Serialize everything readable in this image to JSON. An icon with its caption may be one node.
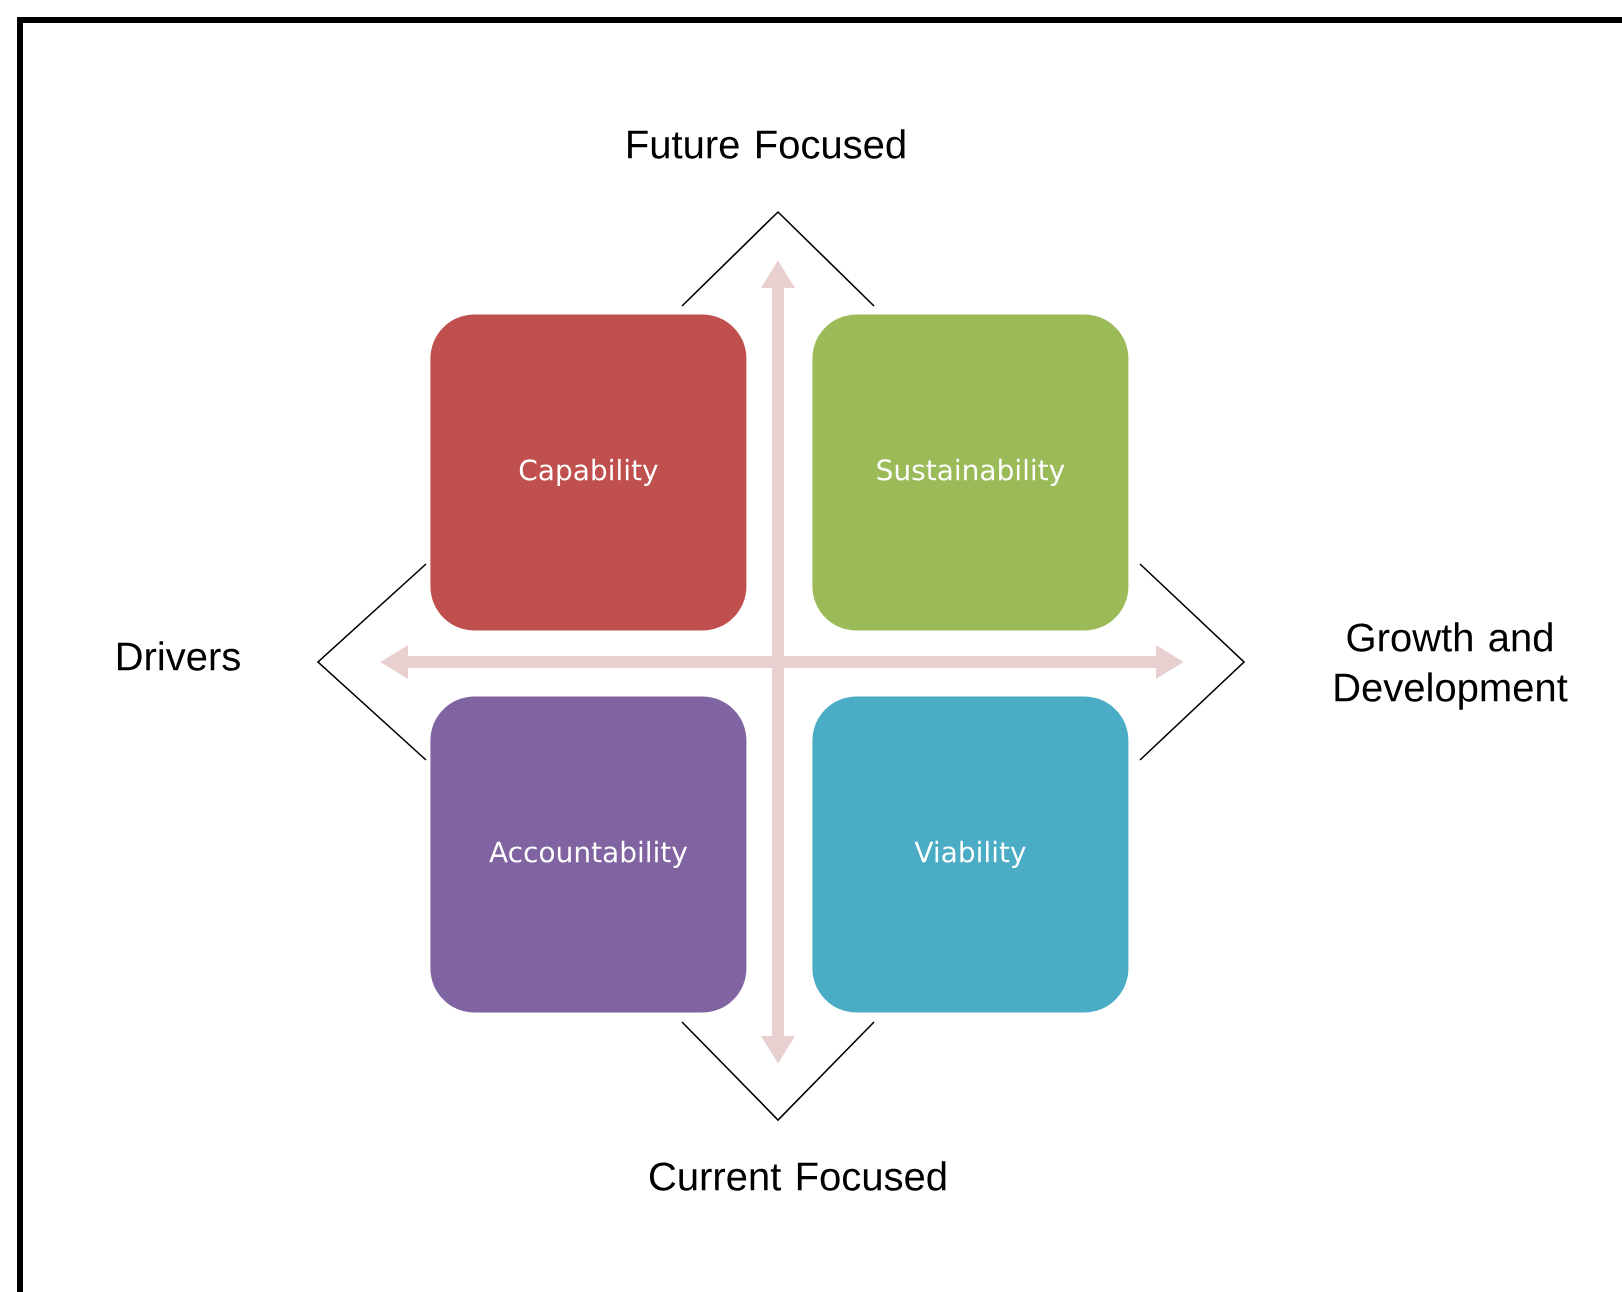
{
  "diagram": {
    "nodes": [
      {
        "text": [
          "Capability"
        ]
      },
      {
        "text": [
          "Sustainability"
        ]
      },
      {
        "text": [
          "Accountability"
        ]
      },
      {
        "text": [
          "Viability"
        ]
      }
    ],
    "labels": [
      "Future Focused",
      "Drivers",
      "Growth and Development",
      "Current Focused"
    ]
  }
}
